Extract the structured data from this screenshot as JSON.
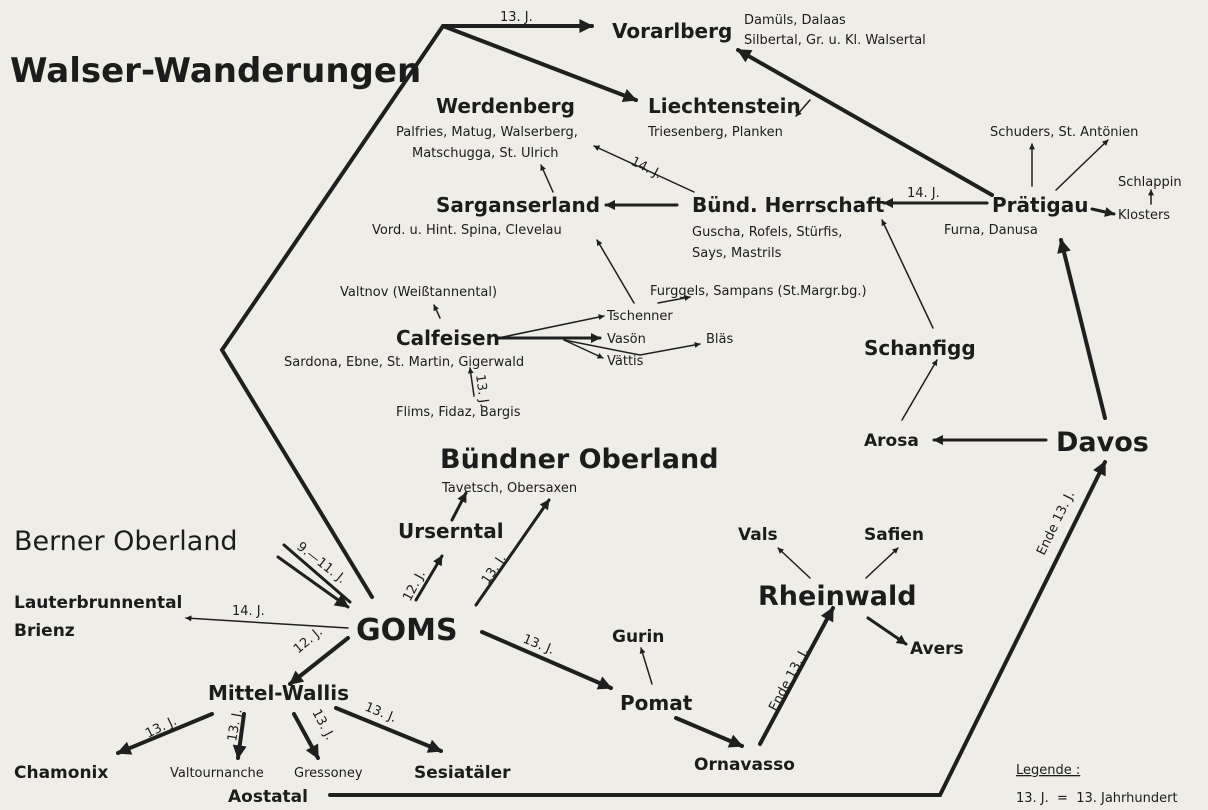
{
  "title": "Walser-Wanderungen",
  "places": {
    "vorarlberg": {
      "name": "Vorarlberg",
      "sub": [
        "Damüls, Dalaas",
        "Silbertal, Gr. u. Kl. Walsertal"
      ]
    },
    "liechtenstein": {
      "name": "Liechtenstein",
      "sub": [
        "Triesenberg, Planken"
      ]
    },
    "werdenberg": {
      "name": "Werdenberg",
      "sub": [
        "Palfries, Matug, Walserberg,",
        "Matschugga, St. Ulrich"
      ]
    },
    "sarganserland": {
      "name": "Sarganserland",
      "sub": [
        "Vord. u. Hint. Spina, Clevelau"
      ]
    },
    "buend_herrschaft": {
      "name": "Bünd. Herrschaft",
      "sub": [
        "Guscha, Rofels, Stürfis,",
        "Says, Mastrils"
      ]
    },
    "praetigau": {
      "name": "Prätigau",
      "sub": [
        "Furna, Danusa"
      ]
    },
    "schuders": {
      "name": "Schuders, St. Antönien"
    },
    "schlappin": {
      "name": "Schlappin"
    },
    "klosters": {
      "name": "Klosters"
    },
    "valtnov": {
      "name": "Valtnov (Weißtannental)"
    },
    "furggels": {
      "name": "Furggels, Sampans (St.Margr.bg.)"
    },
    "tschenner": {
      "name": "Tschenner"
    },
    "calfeisen": {
      "name": "Calfeisen",
      "sub": [
        "Sardona, Ebne, St. Martin, Gigerwald"
      ]
    },
    "vason": {
      "name": "Vasön"
    },
    "blaes": {
      "name": "Bläs"
    },
    "vaettis": {
      "name": "Vättis"
    },
    "flims": {
      "name": "Flims, Fidaz, Bargis"
    },
    "schanfigg": {
      "name": "Schanfigg"
    },
    "arosa": {
      "name": "Arosa"
    },
    "davos": {
      "name": "Davos"
    },
    "buendner_oberland": {
      "name": "Bündner Oberland",
      "sub": [
        "Tavetsch, Obersaxen"
      ]
    },
    "urserntal": {
      "name": "Urserntal"
    },
    "berner_oberland": {
      "name": "Berner Oberland"
    },
    "lauterbrunnental": {
      "name": "Lauterbrunnental"
    },
    "brienz": {
      "name": "Brienz"
    },
    "goms": {
      "name": "GOMS"
    },
    "vals": {
      "name": "Vals"
    },
    "safien": {
      "name": "Safien"
    },
    "rheinwald": {
      "name": "Rheinwald"
    },
    "avers": {
      "name": "Avers"
    },
    "gurin": {
      "name": "Gurin"
    },
    "pomat": {
      "name": "Pomat"
    },
    "ornavasso": {
      "name": "Ornavasso"
    },
    "mittel_wallis": {
      "name": "Mittel-Wallis"
    },
    "chamonix": {
      "name": "Chamonix"
    },
    "valtournanche": {
      "name": "Valtournanche"
    },
    "gressoney": {
      "name": "Gressoney"
    },
    "sesiataeler": {
      "name": "Sesiatäler"
    },
    "aostatal": {
      "name": "Aostatal"
    }
  },
  "edge_labels": {
    "goms_vorarlberg": "13. J.",
    "herrschaft_werdenberg": "14. J.",
    "praetigau_herrschaft": "14. J.",
    "flims_calfeisen": "13. J.",
    "berner_goms": "9.—11. J.",
    "goms_lauterbrunnental": "14. J.",
    "goms_urserntal": "12. J.",
    "goms_buendner": "13. J.",
    "goms_mittelwallis": "12. J.",
    "goms_pomat": "13. J.",
    "ornavasso_rheinwald": "Ende 13. J.",
    "aostatal_davos": "Ende 13. J.",
    "mw_chamonix": "13. J.",
    "mw_valtournanche": "13. J.",
    "mw_gressoney": "13. J.",
    "mw_sesiataeler": "13. J."
  },
  "legend": {
    "heading": "Legende :",
    "entry": "13. J.  =  13. Jahrhundert"
  }
}
